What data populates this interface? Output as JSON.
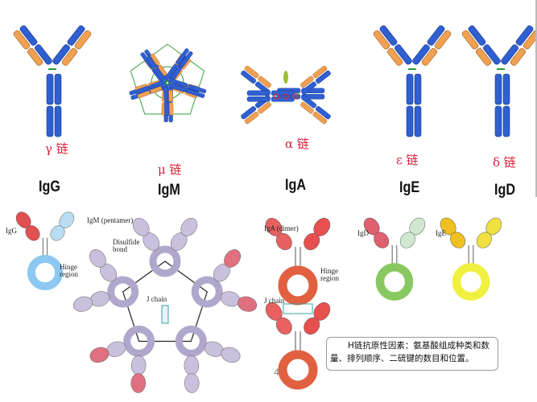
{
  "top_row": [
    {
      "name": "IgG",
      "chain": "γ 链"
    },
    {
      "name": "IgM",
      "chain": "μ 链"
    },
    {
      "name": "IgA",
      "chain": "α 链"
    },
    {
      "name": "IgE",
      "chain": "ε 链"
    },
    {
      "name": "IgD",
      "chain": "δ 链"
    }
  ],
  "bottom_row": {
    "igg": "IgG",
    "igm": "IgM (pentamer)",
    "iga": "IgA (dimer)",
    "igd": "IgD",
    "ige": "IgE",
    "disulfide": "Disulfide bond",
    "hinge_1": "Hinge region",
    "hinge_2": "Hinge region",
    "jchain_1": "J chain",
    "jchain_2": "J chain"
  },
  "note": "H链抗原性因素：氨基酸组成种类和数量、排列顺序、二硫键的数目和位置。",
  "page_number": "4",
  "colors": {
    "heavy": "#2f5fd0",
    "light": "#f0a050",
    "label_red": "#d8203a"
  }
}
